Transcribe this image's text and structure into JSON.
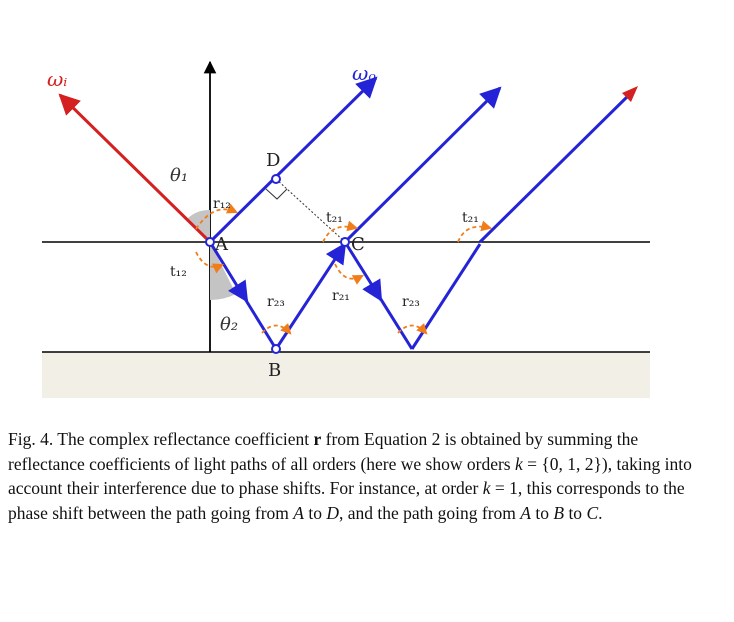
{
  "figure": {
    "incident_label": "ωᵢ",
    "outgoing_label": "ωₒ",
    "theta1": "θ₁",
    "theta2": "θ₂",
    "point_A": "A",
    "point_B": "B",
    "point_C": "C",
    "point_D": "D",
    "r12": "r₁₂",
    "t12": "t₁₂",
    "t21_first": "t₂₁",
    "t21_second": "t₂₁",
    "r21": "r₂₁",
    "r23_first": "r₂₃",
    "r23_second": "r₂₃",
    "colors": {
      "incident": "#d42020",
      "path": "#2424d6",
      "arc": "#f07d1a",
      "substrate": "#f2f0e6"
    }
  },
  "caption": {
    "prefix": "Fig. 4.  The complex reflectance coefficient ",
    "r_symbol": "r",
    "part1": " from Equation 2 is obtained by summing the reflectance coefficients of light paths of all orders (here we show orders ",
    "k1": "k",
    "part2": " = {0, 1, 2}), taking into account their interference due to phase shifts. For instance, at order ",
    "k2": "k",
    "part3": " = 1, this corresponds to the phase shift between the path going from ",
    "A1": "A",
    "part4": " to ",
    "D": "D",
    "part5": ", and the path going from ",
    "A2": "A",
    "part6": " to ",
    "B": "B",
    "part7": " to ",
    "C": "C",
    "part8": "."
  }
}
